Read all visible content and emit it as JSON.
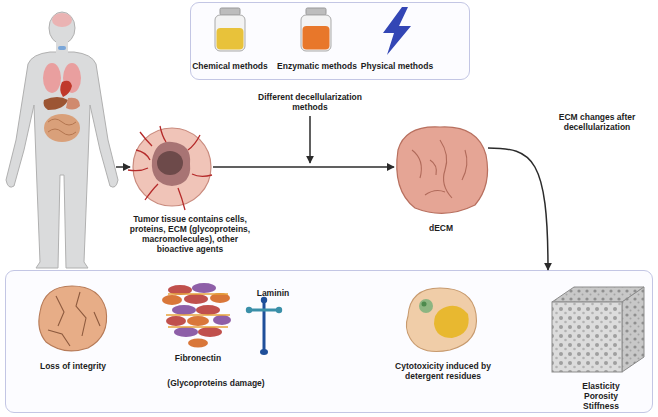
{
  "diagram": {
    "nodes": [
      {
        "text": [
          "Chemical methods",
          "Enzymatic methods",
          "Physical methods"
        ]
      },
      {
        "text": [
          "Tumor tissue contains cells, proteins, ECM (glycoproteins, macromolecules), other bioactive agents"
        ]
      },
      {
        "text": [
          "dECM"
        ]
      },
      {
        "text": [
          "Loss of integrity",
          "Fibronectin",
          "Laminin",
          "(Glycoproteins damage)",
          "Cytotoxicity induced by detergent residues",
          "Elasticity Porosity Stiffness"
        ]
      }
    ],
    "edges": [
      {
        "from": 1,
        "to": 2,
        "arrow": "to"
      },
      {
        "from": 2,
        "to": 3,
        "arrow": "to",
        "label": "ECM changes after decellularization"
      }
    ],
    "labels": [
      "Different decellularization methods"
    ]
  }
}
